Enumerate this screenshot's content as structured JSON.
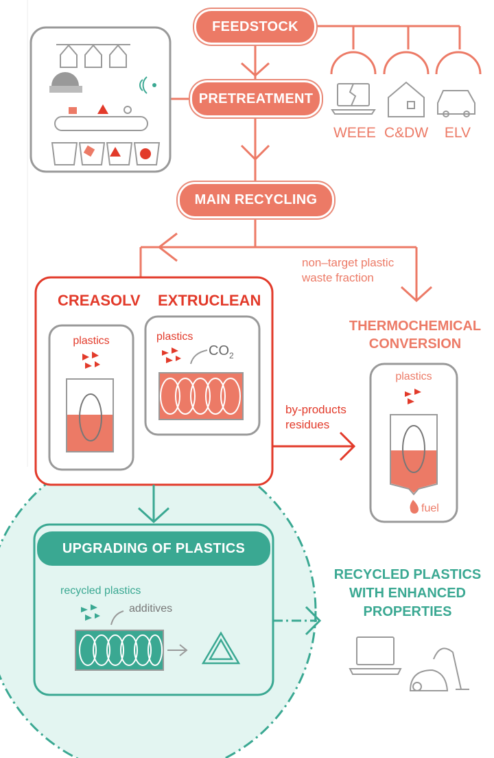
{
  "flow": {
    "feedstock": "FEEDSTOCK",
    "pretreatment": "PRETREATMENT",
    "main_recycling": "MAIN RECYCLING",
    "upgrading": "UPGRADING OF PLASTICS"
  },
  "sources": [
    {
      "label": "WEEE",
      "icon": "laptop-icon"
    },
    {
      "label": "C&DW",
      "icon": "house-icon"
    },
    {
      "label": "ELV",
      "icon": "car-icon"
    }
  ],
  "non_target": {
    "line1": "non–target plastic",
    "line2": "waste fraction"
  },
  "processes": {
    "creasolv": "CREASOLV",
    "extruclean": "EXTRUCLEAN",
    "creasolv_input": "plastics",
    "extruclean_input": "plastics",
    "co2": "CO",
    "co2_sub": "2"
  },
  "by_products": {
    "line1": "by-products",
    "line2": "residues"
  },
  "thermochemical": {
    "line1": "THERMOCHEMICAL",
    "line2": "CONVERSION",
    "input": "plastics",
    "output": "fuel"
  },
  "upgrading_box": {
    "input": "recycled plastics",
    "additive": "additives"
  },
  "result": {
    "line1": "RECYCLED PLASTICS",
    "line2": "WITH ENHANCED",
    "line3": "PROPERTIES"
  },
  "colors": {
    "accent": "#ec7a66",
    "dark_red": "#e23a2a",
    "teal": "#3aa892",
    "teal_fill": "#d9f1ec",
    "grey": "#888888"
  }
}
